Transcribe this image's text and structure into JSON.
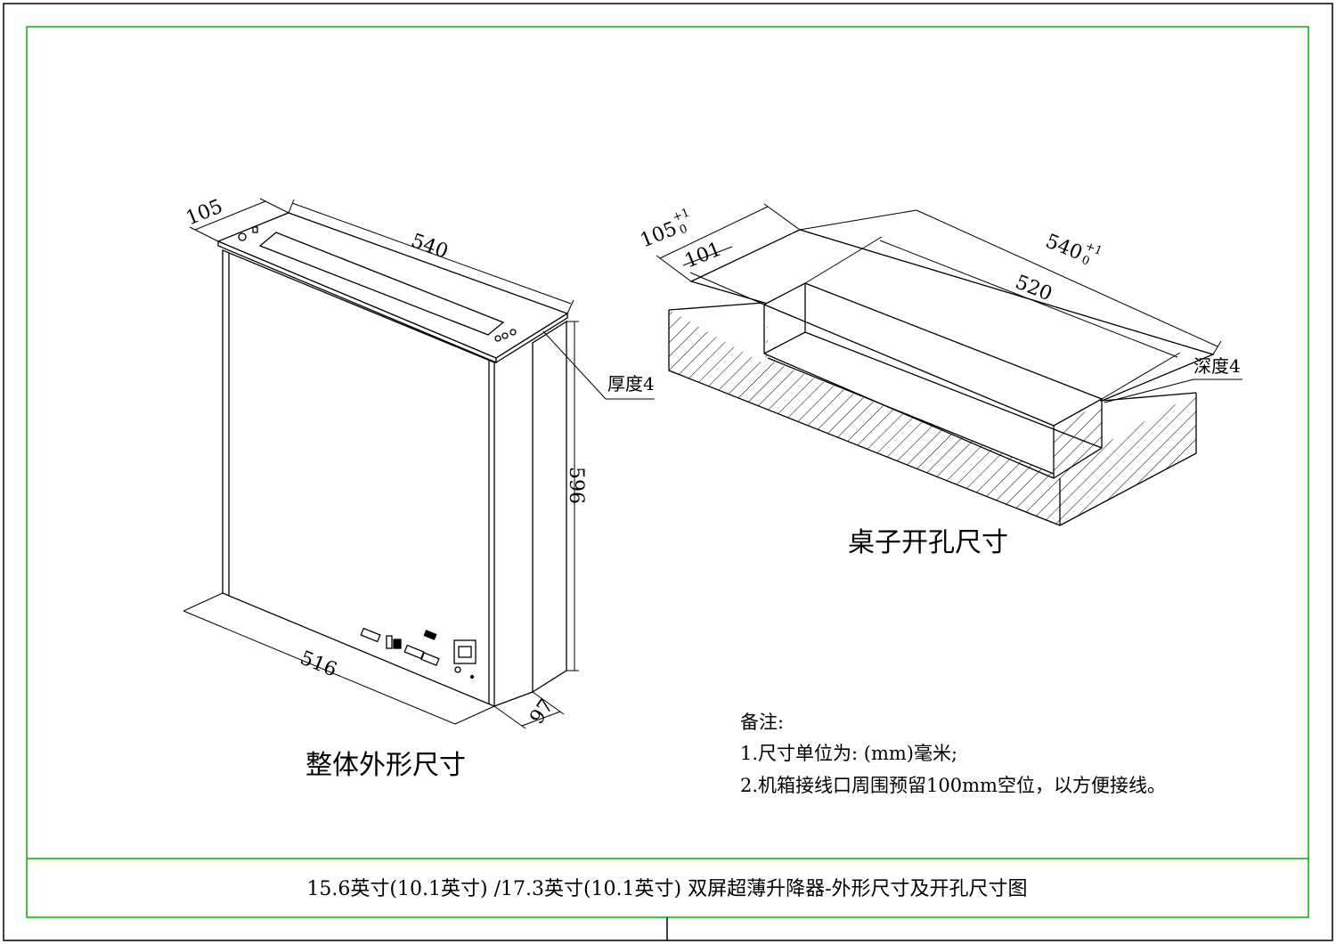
{
  "left_view": {
    "caption": "整体外形尺寸",
    "dims": {
      "top_depth": "105",
      "top_width": "540",
      "height": "596",
      "bottom_width": "516",
      "bottom_depth": "97"
    },
    "thickness_label": "厚度4"
  },
  "right_view": {
    "caption": "桌子开孔尺寸",
    "dims": {
      "outer_depth": "105",
      "outer_depth_tol_upper": "+1",
      "outer_depth_tol_lower": "0",
      "inner_depth": "101",
      "outer_width": "540",
      "outer_width_tol_upper": "+1",
      "outer_width_tol_lower": "0",
      "inner_width": "520"
    },
    "depth_label": "深度4"
  },
  "notes": {
    "heading": "备注:",
    "items": [
      "1.尺寸单位为: (mm)毫米;",
      "2.机箱接线口周围预留100mm空位，以方便接线。"
    ]
  },
  "title_block": {
    "title": "15.6英寸(10.1英寸) /17.3英寸(10.1英寸)  双屏超薄升降器-外形尺寸及开孔尺寸图"
  },
  "colors": {
    "border_frame": "#00b400",
    "lines": "#000000",
    "background": "#ffffff"
  }
}
